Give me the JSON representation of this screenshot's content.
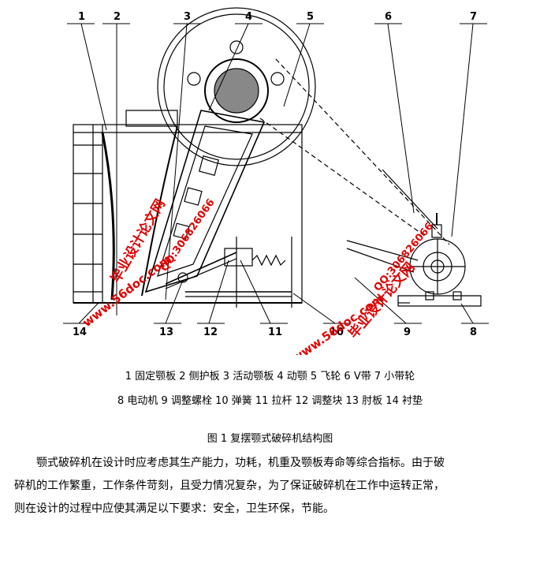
{
  "figure": {
    "part_numbers": [
      "1",
      "2",
      "3",
      "4",
      "5",
      "6",
      "7",
      "8",
      "9",
      "10",
      "11",
      "12",
      "13",
      "14"
    ],
    "watermark": {
      "site_cn": "毕业设计论文网",
      "qq": "QQ:306826066",
      "url": "www.56doc.com"
    }
  },
  "legend_line1": "1 固定颚板 2 侧护板 3 活动颚板 4 动颚 5 飞轮 6 V带 7 小带轮",
  "legend_line2": "8 电动机 9 调整螺栓 10 弹簧 11 拉杆 12 调整块 13 肘板 14 衬垫",
  "caption": "图 1 复摆颚式破碎机结构图",
  "paragraph": {
    "line1": "颚式破碎机在设计时应考虑其生产能力，功耗，机重及颚板寿命等综合指标。由于破",
    "line2": "碎机的工作繁重，工作条件苛刻，且受力情况复杂，为了保证破碎机在工作中运转正常，",
    "line3": "则在设计的过程中应使其满足以下要求：安全，卫生环保，节能。"
  }
}
